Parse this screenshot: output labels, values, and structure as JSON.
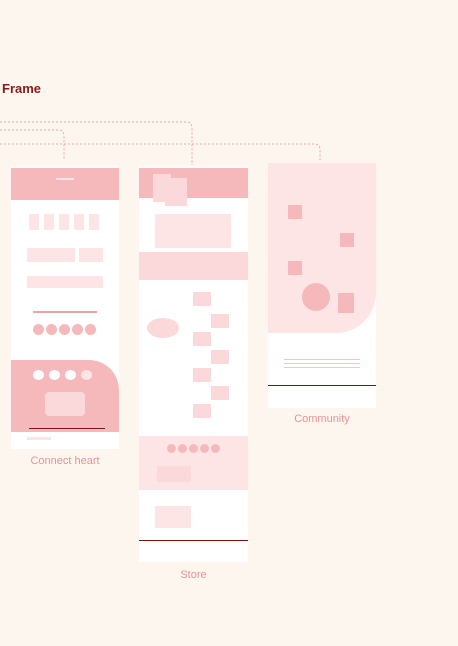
{
  "section_title": "Frame",
  "frames": [
    {
      "caption": "Connect heart"
    },
    {
      "caption": "Store"
    },
    {
      "caption": "Community"
    }
  ],
  "colors": {
    "background": "#fdf6ef",
    "title": "#8b1a1a",
    "accent_pink": "#f5b9bc",
    "caption": "#e8929a",
    "wave": "#7a1515"
  }
}
